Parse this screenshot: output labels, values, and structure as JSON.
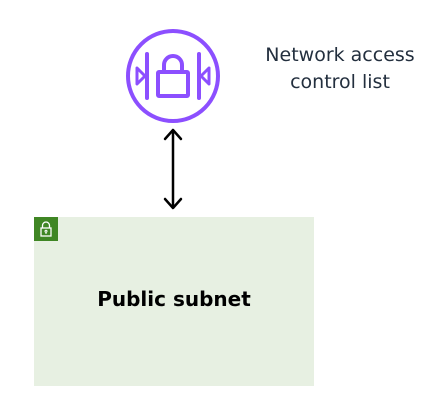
{
  "nacl": {
    "label_line1": "Network access",
    "label_line2": "control list",
    "icon": "network-acl-icon",
    "color": "#8c4fff"
  },
  "connector": {
    "style": "double-headed-arrow"
  },
  "subnet": {
    "title": "Public subnet",
    "badge_icon": "lock-icon",
    "badge_color": "#3f8624",
    "fill_color": "#e7f0e2"
  }
}
